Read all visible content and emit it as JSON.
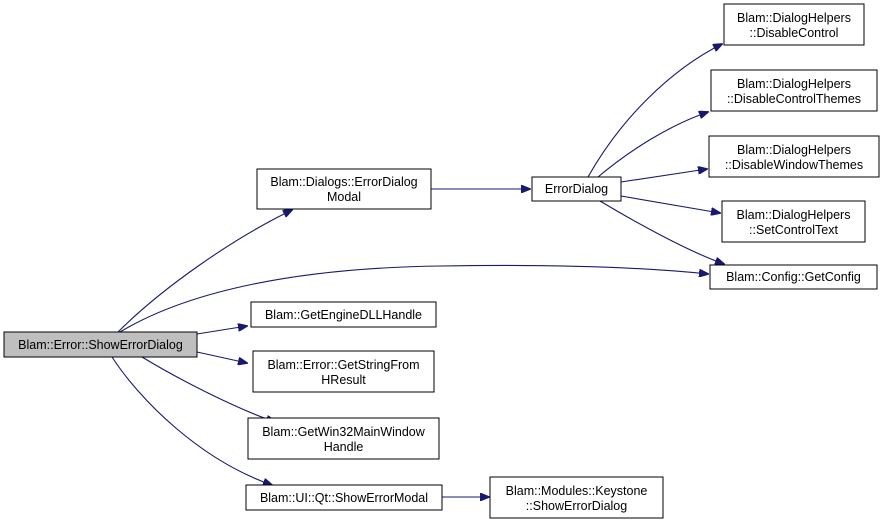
{
  "graph": {
    "colors": {
      "edge": "#191970",
      "current_node_fill": "#bfbfbf",
      "node_fill": "#ffffff",
      "node_border": "#000000"
    },
    "nodes": {
      "show_error_dialog": {
        "lines": [
          "Blam::Error::ShowErrorDialog"
        ],
        "current": true
      },
      "error_dialog_modal": {
        "lines": [
          "Blam::Dialogs::ErrorDialog",
          "Modal"
        ]
      },
      "get_engine_dll_handle": {
        "lines": [
          "Blam::GetEngineDLLHandle"
        ]
      },
      "get_string_from_hresult": {
        "lines": [
          "Blam::Error::GetStringFrom",
          "HResult"
        ]
      },
      "get_win32_main_window_handle": {
        "lines": [
          "Blam::GetWin32MainWindow",
          "Handle"
        ]
      },
      "show_error_modal": {
        "lines": [
          "Blam::UI::Qt::ShowErrorModal"
        ]
      },
      "keystone_show_error_dialog": {
        "lines": [
          "Blam::Modules::Keystone",
          "::ShowErrorDialog"
        ]
      },
      "error_dialog": {
        "lines": [
          "ErrorDialog"
        ]
      },
      "disable_control": {
        "lines": [
          "Blam::DialogHelpers",
          "::DisableControl"
        ]
      },
      "disable_control_themes": {
        "lines": [
          "Blam::DialogHelpers",
          "::DisableControlThemes"
        ]
      },
      "disable_window_themes": {
        "lines": [
          "Blam::DialogHelpers",
          "::DisableWindowThemes"
        ]
      },
      "set_control_text": {
        "lines": [
          "Blam::DialogHelpers",
          "::SetControlText"
        ]
      },
      "get_config": {
        "lines": [
          "Blam::Config::GetConfig"
        ]
      }
    },
    "edges": [
      {
        "from": "show_error_dialog",
        "to": "error_dialog_modal"
      },
      {
        "from": "show_error_dialog",
        "to": "get_config"
      },
      {
        "from": "show_error_dialog",
        "to": "get_engine_dll_handle"
      },
      {
        "from": "show_error_dialog",
        "to": "get_string_from_hresult"
      },
      {
        "from": "show_error_dialog",
        "to": "get_win32_main_window_handle"
      },
      {
        "from": "show_error_dialog",
        "to": "show_error_modal"
      },
      {
        "from": "error_dialog_modal",
        "to": "error_dialog"
      },
      {
        "from": "error_dialog",
        "to": "disable_control"
      },
      {
        "from": "error_dialog",
        "to": "disable_control_themes"
      },
      {
        "from": "error_dialog",
        "to": "disable_window_themes"
      },
      {
        "from": "error_dialog",
        "to": "set_control_text"
      },
      {
        "from": "error_dialog",
        "to": "get_config"
      },
      {
        "from": "show_error_modal",
        "to": "keystone_show_error_dialog"
      }
    ]
  }
}
